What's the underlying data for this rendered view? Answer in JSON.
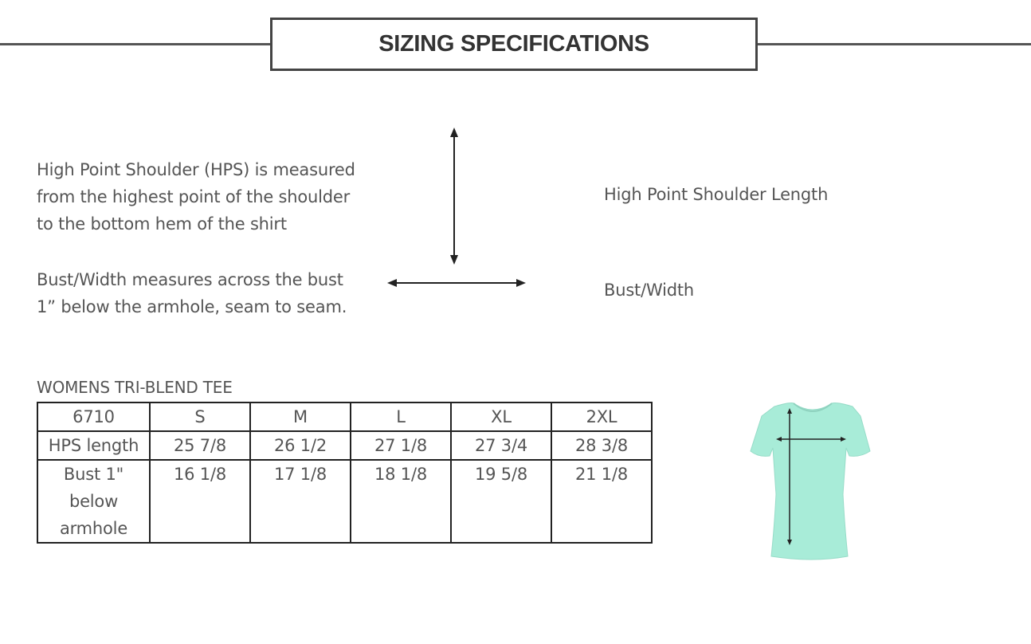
{
  "header": {
    "title": "SIZING SPECIFICATIONS"
  },
  "descriptions": {
    "hps_lines": [
      "High Point Shoulder (HPS) is measured",
      "from the highest point of the shoulder",
      "to the bottom hem of the shirt"
    ],
    "bust_lines": [
      "Bust/Width measures across the bust",
      "1” below the armhole, seam to seam."
    ],
    "hps_label": "High Point Shoulder Length",
    "bust_label": "Bust/Width"
  },
  "size_table": {
    "caption": "WOMENS TRI-BLEND TEE",
    "header": [
      "6710",
      "S",
      "M",
      "L",
      "XL",
      "2XL"
    ],
    "rows": [
      {
        "label_lines": [
          "HPS length"
        ],
        "values": [
          "25 7/8",
          "26 1/2",
          "27 1/8",
          "27 3/4",
          "28 3/8"
        ]
      },
      {
        "label_lines": [
          "Bust 1\"",
          "below",
          "armhole"
        ],
        "values": [
          "16 1/8",
          "17 1/8",
          "18 1/8",
          "19 5/8",
          "21 1/8"
        ]
      }
    ]
  },
  "colors": {
    "shirt": "#a8ecd8",
    "line": "#222222"
  }
}
